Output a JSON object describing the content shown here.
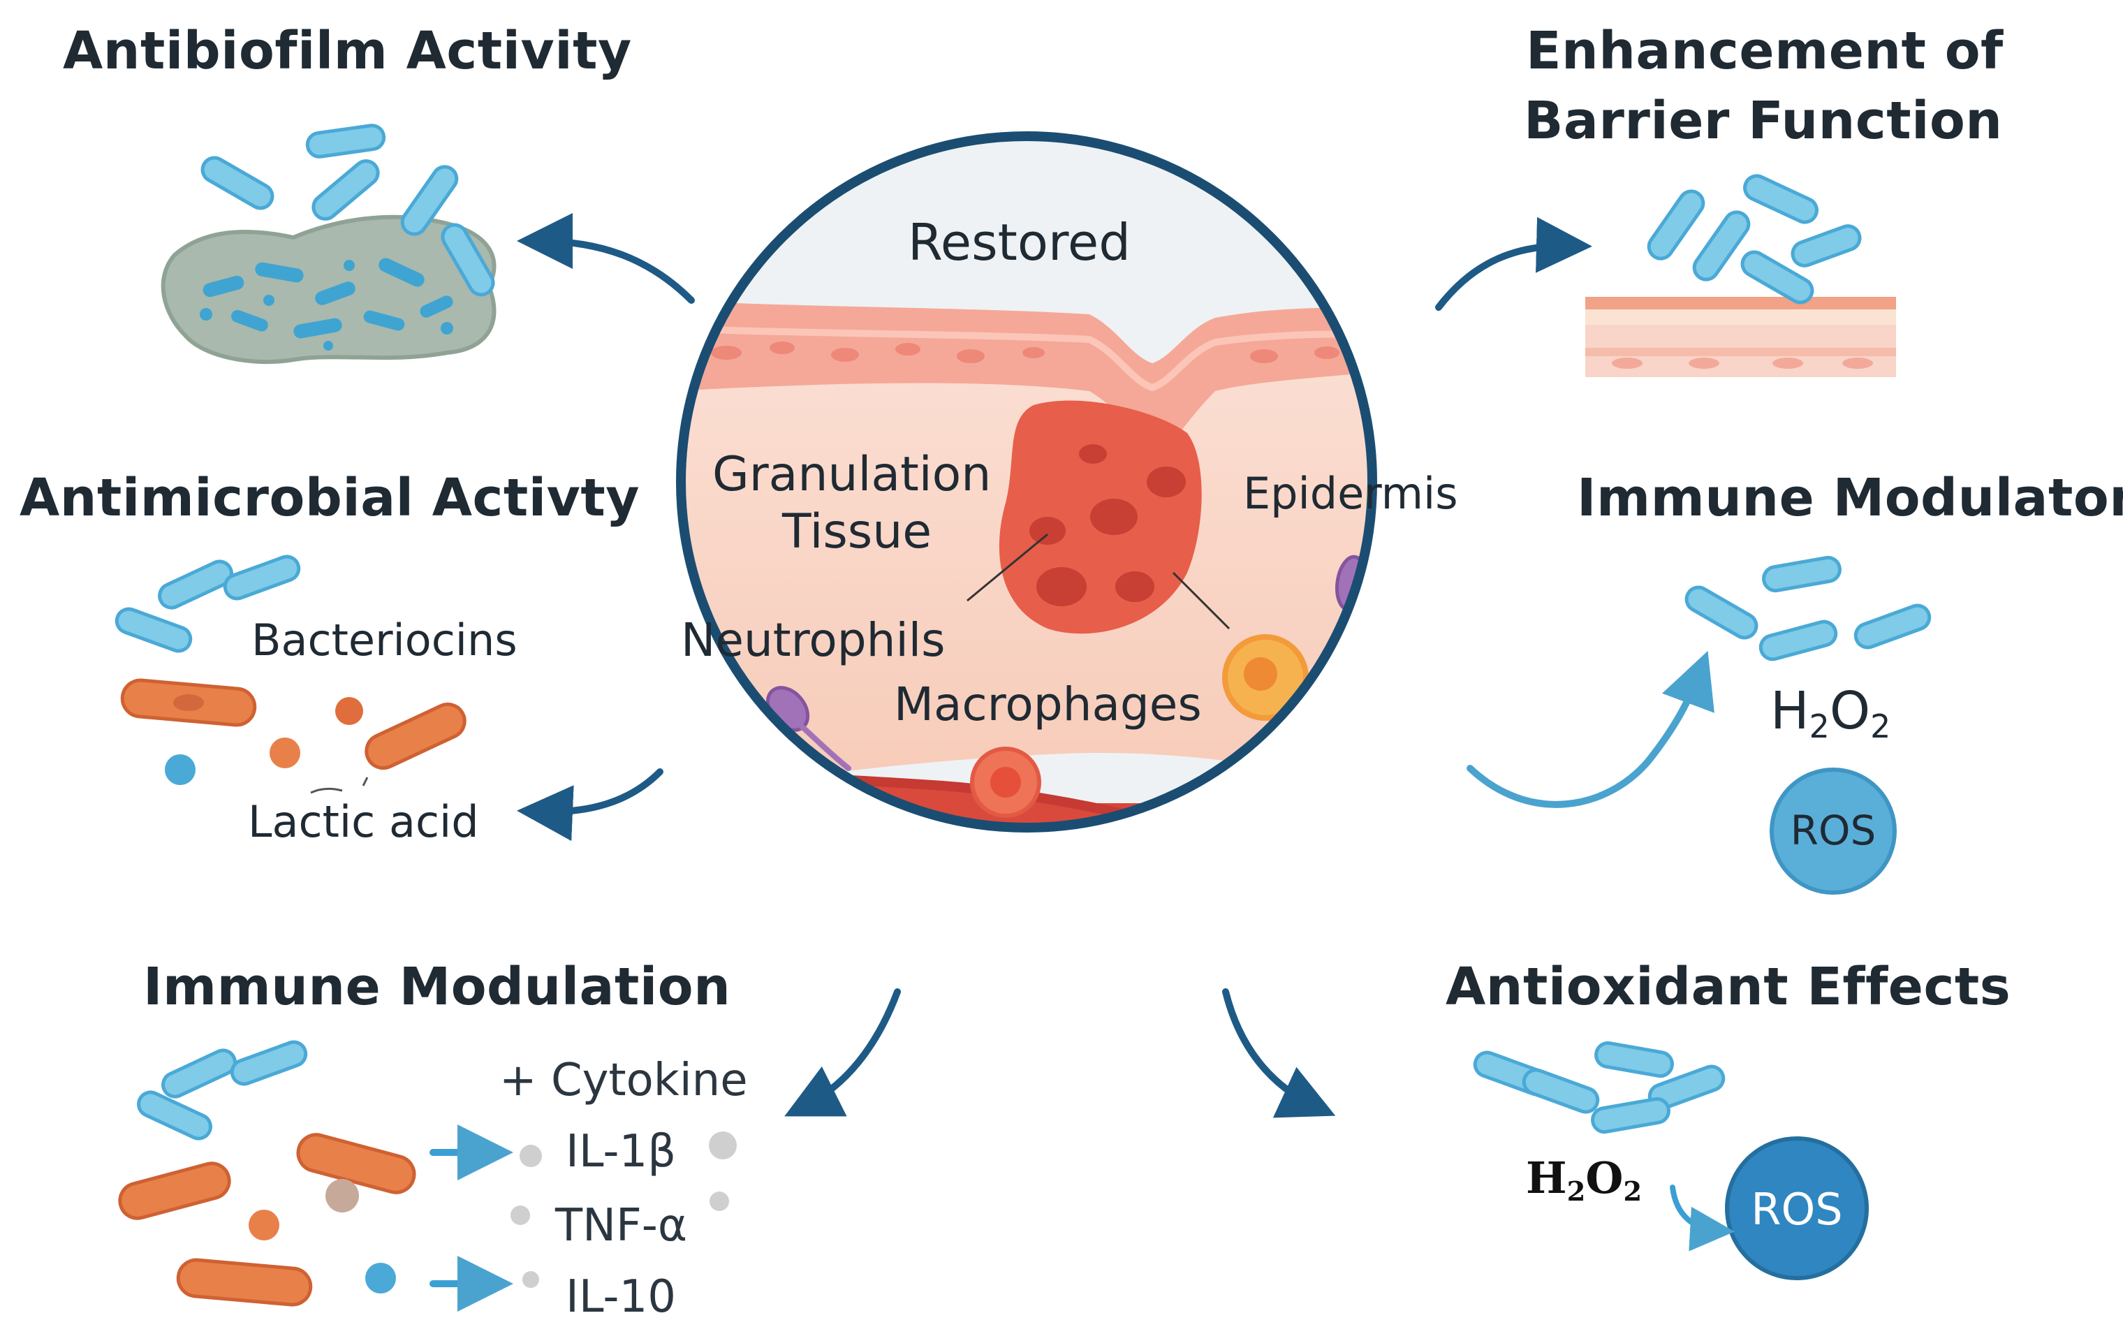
{
  "titles": {
    "antibiofilm": "Antibiofilm Activity",
    "barrier_line1": "Enhancement of",
    "barrier_line2": "Barrier Function",
    "antimicrobial": "Antimicrobial Activty",
    "immune_right": "Immune Modulaton",
    "immune_left": "Immune Modulation",
    "antioxidant": "Antioxidant Effects"
  },
  "center": {
    "restored": "Restored",
    "granulation_line1": "Granulation",
    "granulation_line2": "Tissue",
    "epidermis": "Epidermis",
    "neutrophils": "Neutrophils",
    "macrophages": "Macrophages"
  },
  "antimicrobial_items": {
    "bacteriocins": "Bacteriocins",
    "lactic_acid": "Lactic acid"
  },
  "immune_left_items": {
    "cytokine": "+ Cytokine",
    "il1b": "IL-1β",
    "tnfa": "TNF-α",
    "il10": "IL-10"
  },
  "immune_right_items": {
    "h2o2_base": "H",
    "h2o2_sub1": "2",
    "h2o2_mid": "O",
    "h2o2_sub2": "2",
    "ros": "ROS"
  },
  "antioxidant_items": {
    "h2o2_base": "H",
    "h2o2_sub1": "2",
    "h2o2_mid": "O",
    "h2o2_sub2": "2",
    "ros": "ROS"
  },
  "colors": {
    "arrow": "#1e5a86",
    "bacteria_blue": "#5bb6dc",
    "bacteria_orange": "#e8804a",
    "skin": "#f9d6c8",
    "granulation": "#e45a45",
    "dermis_red": "#d9433a",
    "ros_light": "#5aafd9",
    "ros_dark": "#2f86c0"
  }
}
